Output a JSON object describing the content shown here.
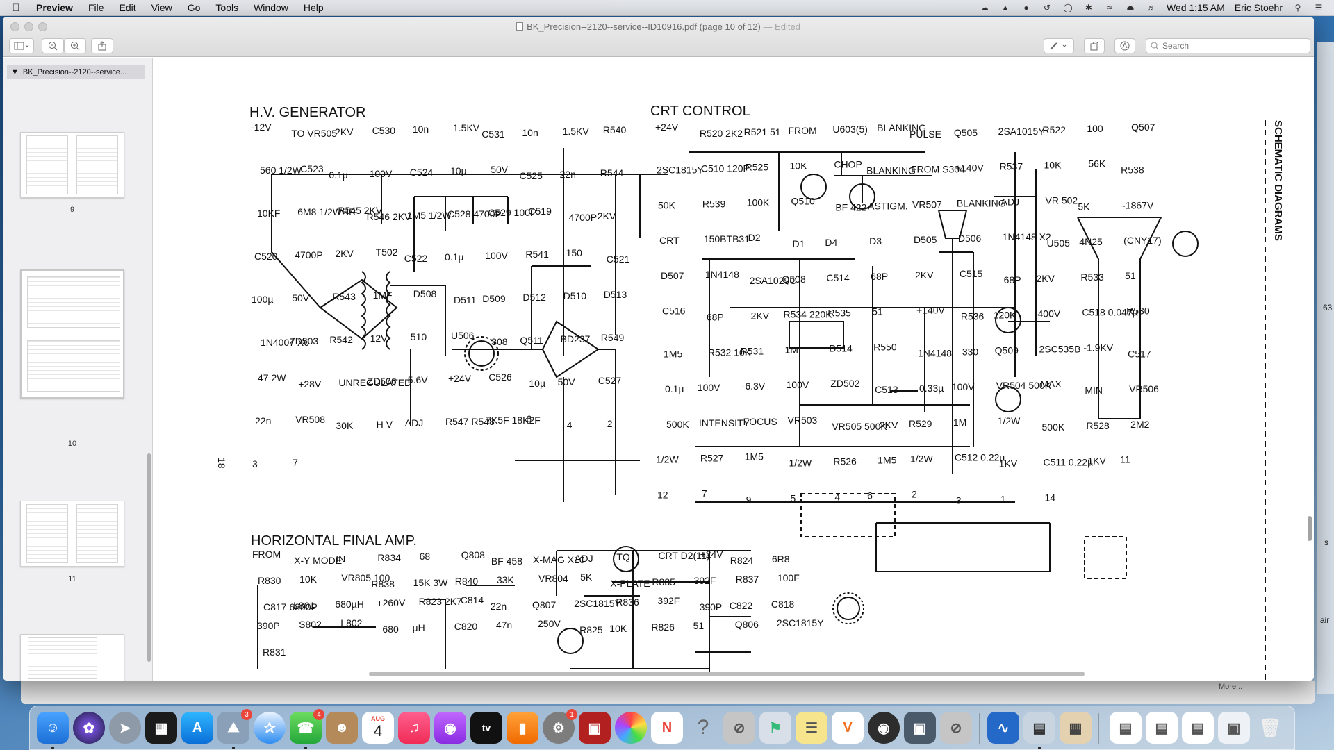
{
  "menubar": {
    "app_name": "Preview",
    "menus": [
      "File",
      "Edit",
      "View",
      "Go",
      "Tools",
      "Window",
      "Help"
    ],
    "clock": "Wed 1:15 AM",
    "user": "Eric Stoehr"
  },
  "window": {
    "title": "BK_Precision--2120--service--ID10916.pdf (page 10 of 12)",
    "title_suffix": "— Edited",
    "search_placeholder": "Search"
  },
  "sidebar": {
    "document": "BK_Precision--2120--service...",
    "pages": [
      "9",
      "10",
      "11"
    ]
  },
  "desktop": {
    "more_label": "More...",
    "edge_labels": [
      "63",
      "s",
      "air"
    ]
  },
  "dock": {
    "badges": {
      "photos": "3",
      "facetime": "4",
      "sysprefs": "1"
    },
    "calendar_month": "AUG",
    "calendar_day": "4",
    "appletv": "tv",
    "help": "?"
  },
  "schematic": {
    "page_number": "18",
    "side_title": "SCHEMATIC DIAGRAMS",
    "hv": {
      "title": "H.V. GENERATOR",
      "labels": [
        "-12V",
        "TO VR505",
        "-2KV",
        "C530",
        "10n",
        "1.5KV",
        "C531",
        "10n",
        "1.5KV",
        "R540",
        "560 1/2W",
        "C523",
        "0.1µ",
        "100V",
        "C524",
        "10µ",
        "50V",
        "C525",
        "22n",
        "R544",
        "10KF",
        "6M8 1/2WHR",
        "R545 2KV",
        "R546 2KV",
        "1M5 1/2W",
        "C528 4700P",
        "C529 100P",
        "C519",
        "4700P",
        "2KV",
        "C520",
        "4700P",
        "2KV",
        "T502",
        "C522",
        "0.1µ",
        "100V",
        "R541",
        "150",
        "C521",
        "100µ",
        "50V",
        "R543",
        "1MF",
        "D508",
        "D511",
        "D509",
        "D512",
        "D510",
        "D513",
        "1N4007 X6",
        "ZD503",
        "R542",
        "12V",
        "510",
        "U506",
        "308",
        "Q511",
        "BD237",
        "R549",
        "47 2W",
        "+28V",
        "UNREGULATED",
        "ZD506",
        "5.6V",
        "+24V",
        "C526",
        "10µ",
        "50V",
        "C527",
        "22n",
        "VR508",
        "30K",
        "H V",
        "ADJ",
        "R547 R548",
        "7K5F 18K2F",
        "6",
        "4",
        "2",
        "3",
        "7"
      ]
    },
    "crt": {
      "title": "CRT CONTROL",
      "labels": [
        "+24V",
        "R520 2K2",
        "R521 51",
        "FROM",
        "U603(5)",
        "BLANKING",
        "PULSE",
        "Q505",
        "2SA1015Y",
        "R522",
        "100",
        "Q507",
        "2SC1815Y",
        "C510 120P",
        "R525",
        "10K",
        "CHOP",
        "BLANKING",
        "FROM S304",
        "+140V",
        "R537",
        "10K",
        "56K",
        "R538",
        "50K",
        "R539",
        "100K",
        "Q510",
        "BF 422",
        "ASTIGM.",
        "VR507",
        "BLANKING",
        "ADJ",
        "VR 502",
        "5K",
        "-1867V",
        "CRT",
        "150BTB31",
        "D2",
        "D1",
        "D4",
        "D3",
        "D505",
        "D506",
        "1N4148 X2",
        "U505",
        "4N25",
        "(CNY17)",
        "D507",
        "1N4148",
        "2SA1029C",
        "Q508",
        "C514",
        "68P",
        "2KV",
        "C515",
        "68P",
        "2KV",
        "R533",
        "51",
        "C516",
        "68P",
        "2KV",
        "R534 220K",
        "R535",
        "51",
        "+140V",
        "R536",
        "120K",
        "400V",
        "C518 0.047µ",
        "R530",
        "1M5",
        "R532 10K",
        "R531",
        "1M",
        "D514",
        "R550",
        "1N4148",
        "330",
        "Q509",
        "2SC535B",
        "-1.9KV",
        "C517",
        "0.1µ",
        "100V",
        "-6.3V",
        "100V",
        "ZD502",
        "C513",
        "0.33µ",
        "100V",
        "VR504 500K",
        "MAX",
        "MIN",
        "VR506",
        "500K",
        "INTENSITY",
        "FOCUS",
        "VR503",
        "VR505 500K",
        "-2KV",
        "R529",
        "1M",
        "1/2W",
        "500K",
        "R528",
        "2M2",
        "1/2W",
        "R527",
        "1M5",
        "1/2W",
        "R526",
        "1M5",
        "1/2W",
        "C512 0.22µ",
        "1KV",
        "C511 0.22µ",
        "1KV",
        "11",
        "12",
        "7",
        "9",
        "5",
        "4",
        "6",
        "2",
        "3",
        "1",
        "14"
      ]
    },
    "hfa": {
      "title": "HORIZONTAL FINAL AMP.",
      "labels": [
        "FROM",
        "X-Y MODE",
        "IN",
        "R834",
        "68",
        "Q808",
        "BF 458",
        "X-MAG X10",
        "ADJ",
        "TQ",
        "CRT D2(11)",
        "+24V",
        "R824",
        "6R8",
        "R830",
        "10K",
        "VR805 100",
        "R838",
        "15K 3W",
        "R840",
        "33K",
        "VR804",
        "5K",
        "X-PLATE",
        "R835",
        "392F",
        "R837",
        "100F",
        "C817 6800P",
        "L801",
        "680µH",
        "+260V",
        "R823 2K7",
        "C814",
        "22n",
        "Q807",
        "2SC1815Y",
        "R836",
        "392F",
        "390P",
        "C822",
        "C818",
        "390P",
        "S802",
        "L802",
        "680",
        "µH",
        "C820",
        "47n",
        "250V",
        "R825",
        "10K",
        "R826",
        "51",
        "Q806",
        "2SC1815Y",
        "R831"
      ]
    }
  }
}
